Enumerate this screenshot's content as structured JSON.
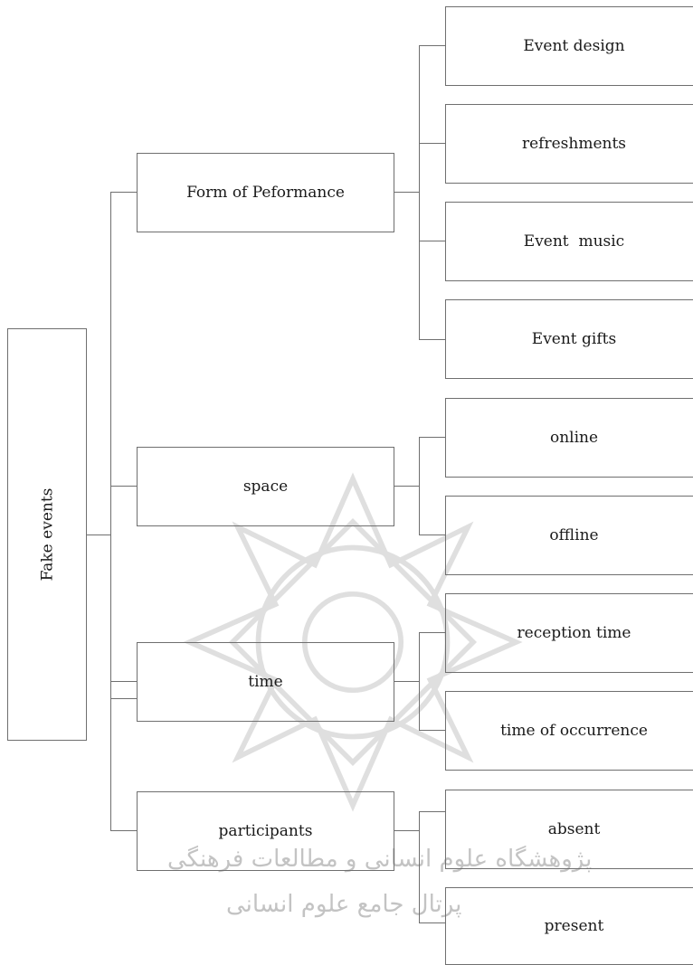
{
  "diagram": {
    "root": {
      "label": "Fake events"
    },
    "branches": [
      {
        "label": "Form of Peformance",
        "children": [
          "Event design",
          "refreshments",
          "Event  music",
          "Event gifts"
        ]
      },
      {
        "label": "space",
        "children": [
          "online",
          "offline"
        ]
      },
      {
        "label": "time",
        "children": [
          "reception time",
          "time of occurrence"
        ]
      },
      {
        "label": "participants",
        "children": [
          "absent",
          "present"
        ]
      }
    ]
  },
  "watermark": {
    "line1": "پژوهشگاه علوم انسانی و مطالعات فرهنگی",
    "line2": "پرتال جامع علوم انسانی"
  }
}
